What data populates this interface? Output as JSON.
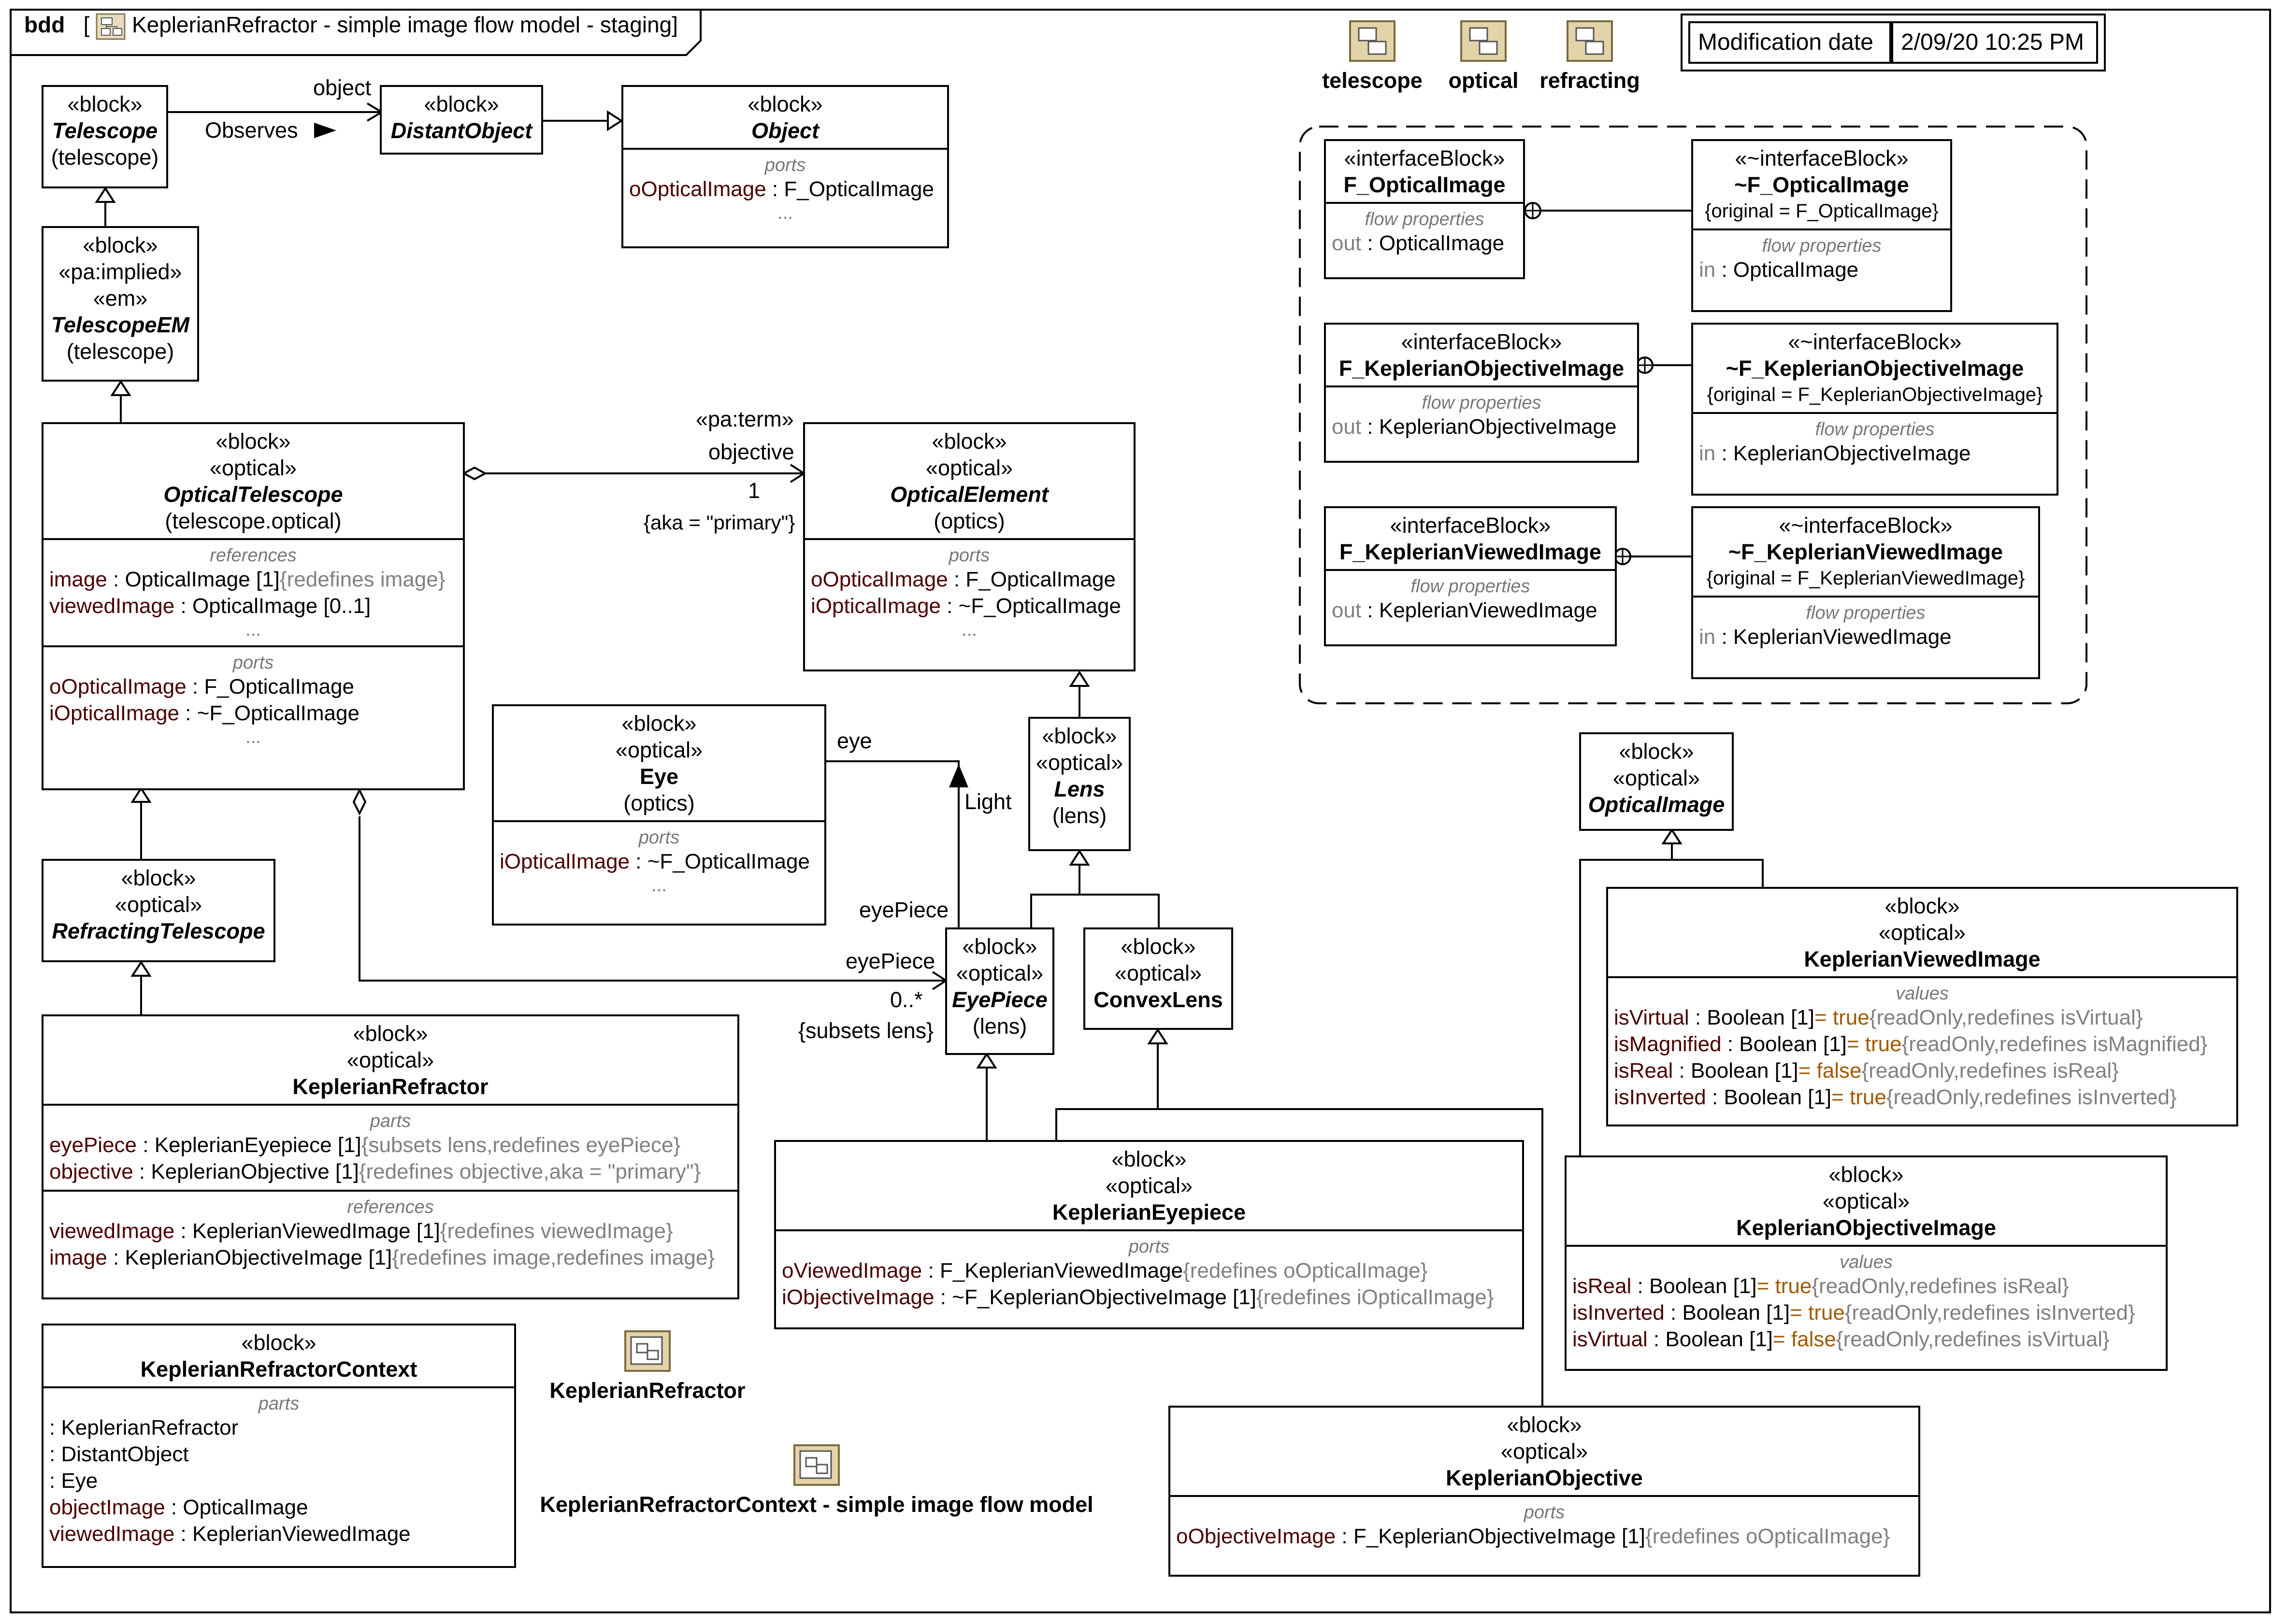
{
  "frame": {
    "kind": "bdd",
    "bracket_open": "[",
    "title": "KeplerianRefractor - simple image flow model - staging]"
  },
  "modification": {
    "label": "Modification date",
    "value": "2/09/20 10:25 PM"
  },
  "packages": [
    {
      "name": "telescope"
    },
    {
      "name": "optical"
    },
    {
      "name": "refracting"
    }
  ],
  "diagram_refs": [
    {
      "name": "KeplerianRefractor"
    },
    {
      "name": "KeplerianRefractorContext - simple image flow model"
    }
  ],
  "blocks": {
    "telescope": {
      "stereotypes": [
        "«block»"
      ],
      "name": "Telescope",
      "sub": "(telescope)"
    },
    "distant_object": {
      "stereotypes": [
        "«block»"
      ],
      "name": "DistantObject"
    },
    "object": {
      "stereotypes": [
        "«block»"
      ],
      "name": "Object",
      "section_title": "ports",
      "rows": [
        {
          "name": "oOpticalImage",
          "type": " : F_OpticalImage",
          "note": ""
        }
      ],
      "more": "..."
    },
    "telescope_em": {
      "stereotypes": [
        "«block»",
        "«pa:implied»",
        "«em»"
      ],
      "name": "TelescopeEM",
      "sub": "(telescope)"
    },
    "optical_telescope": {
      "stereotypes": [
        "«block»",
        "«optical»"
      ],
      "name": "OpticalTelescope",
      "sub": "(telescope.optical)",
      "references_title": "references",
      "references": [
        {
          "name": "image",
          "type": " : OpticalImage [1]",
          "note": "{redefines image}"
        },
        {
          "name": "viewedImage",
          "type": " : OpticalImage [0..1]",
          "note": ""
        }
      ],
      "ports_title": "ports",
      "ports": [
        {
          "name": "oOpticalImage",
          "type": " : F_OpticalImage",
          "note": ""
        },
        {
          "name": "iOpticalImage",
          "type": " : ~F_OpticalImage",
          "note": ""
        }
      ],
      "more": "..."
    },
    "optical_element": {
      "stereotypes": [
        "«block»",
        "«optical»"
      ],
      "name": "OpticalElement",
      "sub": "(optics)",
      "ports_title": "ports",
      "ports": [
        {
          "name": "oOpticalImage",
          "type": " : F_OpticalImage",
          "note": ""
        },
        {
          "name": "iOpticalImage",
          "type": " : ~F_OpticalImage",
          "note": ""
        }
      ],
      "more": "..."
    },
    "eye": {
      "stereotypes": [
        "«block»",
        "«optical»"
      ],
      "name": "Eye",
      "sub": "(optics)",
      "ports_title": "ports",
      "ports": [
        {
          "name": "iOpticalImage",
          "type": " : ~F_OpticalImage",
          "note": ""
        }
      ],
      "more": "..."
    },
    "lens": {
      "stereotypes": [
        "«block»",
        "«optical»"
      ],
      "name": "Lens",
      "sub": "(lens)"
    },
    "eye_piece": {
      "stereotypes": [
        "«block»",
        "«optical»"
      ],
      "name": "EyePiece",
      "sub": "(lens)"
    },
    "convex_lens": {
      "stereotypes": [
        "«block»",
        "«optical»"
      ],
      "name": "ConvexLens"
    },
    "refracting_telescope": {
      "stereotypes": [
        "«block»",
        "«optical»"
      ],
      "name": "RefractingTelescope"
    },
    "keplerian_refractor": {
      "stereotypes": [
        "«block»",
        "«optical»"
      ],
      "name": "KeplerianRefractor",
      "parts_title": "parts",
      "parts": [
        {
          "name": "eyePiece",
          "type": " : KeplerianEyepiece [1]",
          "note": "{subsets lens,redefines eyePiece}"
        },
        {
          "name": "objective",
          "type": " : KeplerianObjective [1]",
          "note": "{redefines objective,aka = \"primary\"}"
        }
      ],
      "references_title": "references",
      "references": [
        {
          "name": "viewedImage",
          "type": " : KeplerianViewedImage [1]",
          "note": "{redefines viewedImage}"
        },
        {
          "name": "image",
          "type": " : KeplerianObjectiveImage [1]",
          "note": "{redefines image,redefines image}"
        }
      ]
    },
    "keplerian_eyepiece": {
      "stereotypes": [
        "«block»",
        "«optical»"
      ],
      "name": "KeplerianEyepiece",
      "ports_title": "ports",
      "ports": [
        {
          "name": "oViewedImage",
          "type": " : F_KeplerianViewedImage",
          "note": "{redefines oOpticalImage}"
        },
        {
          "name": "iObjectiveImage",
          "type": " : ~F_KeplerianObjectiveImage [1]",
          "note": "{redefines iOpticalImage}"
        }
      ]
    },
    "keplerian_refractor_context": {
      "stereotypes": [
        "«block»"
      ],
      "name": "KeplerianRefractorContext",
      "parts_title": "parts",
      "parts": [
        {
          "name": "",
          "type": " : KeplerianRefractor",
          "note": ""
        },
        {
          "name": "",
          "type": " : DistantObject",
          "note": ""
        },
        {
          "name": "",
          "type": " : Eye",
          "note": ""
        },
        {
          "name": "objectImage",
          "type": " : OpticalImage",
          "note": ""
        },
        {
          "name": "viewedImage",
          "type": " : KeplerianViewedImage",
          "note": ""
        }
      ]
    },
    "keplerian_objective": {
      "stereotypes": [
        "«block»",
        "«optical»"
      ],
      "name": "KeplerianObjective",
      "ports_title": "ports",
      "ports": [
        {
          "name": "oObjectiveImage",
          "type": " : F_KeplerianObjectiveImage [1]",
          "note": "{redefines oOpticalImage}"
        }
      ]
    },
    "optical_image": {
      "stereotypes": [
        "«block»",
        "«optical»"
      ],
      "name": "OpticalImage"
    },
    "keplerian_viewed_image": {
      "stereotypes": [
        "«block»",
        "«optical»"
      ],
      "name": "KeplerianViewedImage",
      "values_title": "values",
      "values": [
        {
          "name": "isVirtual",
          "type": " : Boolean [1]",
          "eq": "= ",
          "val": "true",
          "note": "{readOnly,redefines isVirtual}"
        },
        {
          "name": "isMagnified",
          "type": " : Boolean [1]",
          "eq": "= ",
          "val": "true",
          "note": "{readOnly,redefines isMagnified}"
        },
        {
          "name": "isReal",
          "type": " : Boolean [1]",
          "eq": "= ",
          "val": "false",
          "note": "{readOnly,redefines isReal}"
        },
        {
          "name": "isInverted",
          "type": " : Boolean [1]",
          "eq": "= ",
          "val": "true",
          "note": "{readOnly,redefines isInverted}"
        }
      ]
    },
    "keplerian_objective_image": {
      "stereotypes": [
        "«block»",
        "«optical»"
      ],
      "name": "KeplerianObjectiveImage",
      "values_title": "values",
      "values": [
        {
          "name": "isReal",
          "type": " : Boolean [1]",
          "eq": "= ",
          "val": "true",
          "note": "{readOnly,redefines isReal}"
        },
        {
          "name": "isInverted",
          "type": " : Boolean [1]",
          "eq": "= ",
          "val": "true",
          "note": "{readOnly,redefines isInverted}"
        },
        {
          "name": "isVirtual",
          "type": " : Boolean [1]",
          "eq": "= ",
          "val": "false",
          "note": "{readOnly,redefines isVirtual}"
        }
      ]
    }
  },
  "interfaces": [
    {
      "stereotype": "«interfaceBlock»",
      "name": "F_OpticalImage",
      "section_title": "flow properties",
      "dir": "out",
      "type": " : OpticalImage"
    },
    {
      "stereotype": "«~interfaceBlock»",
      "name": "~F_OpticalImage",
      "original": "{original = F_OpticalImage}",
      "section_title": "flow properties",
      "dir": "in",
      "type": " : OpticalImage"
    },
    {
      "stereotype": "«interfaceBlock»",
      "name": "F_KeplerianObjectiveImage",
      "section_title": "flow properties",
      "dir": "out",
      "type": " : KeplerianObjectiveImage"
    },
    {
      "stereotype": "«~interfaceBlock»",
      "name": "~F_KeplerianObjectiveImage",
      "original": "{original = F_KeplerianObjectiveImage}",
      "section_title": "flow properties",
      "dir": "in",
      "type": " : KeplerianObjectiveImage"
    },
    {
      "stereotype": "«interfaceBlock»",
      "name": "F_KeplerianViewedImage",
      "section_title": "flow properties",
      "dir": "out",
      "type": " : KeplerianViewedImage"
    },
    {
      "stereotype": "«~interfaceBlock»",
      "name": "~F_KeplerianViewedImage",
      "original": "{original = F_KeplerianViewedImage}",
      "section_title": "flow properties",
      "dir": "in",
      "type": " : KeplerianViewedImage"
    }
  ],
  "edge_labels": {
    "observes_role": "object",
    "observes_name": "Observes",
    "objective_stereotype": "«pa:term»",
    "objective_role": "objective",
    "objective_mult": "1",
    "objective_aka": "{aka = \"primary\"}",
    "eye_role": "eye",
    "light_name": "Light",
    "eyepiece_role_top": "eyePiece",
    "eyepiece_role": "eyePiece",
    "eyepiece_mult": "0..*",
    "eyepiece_subsets": "{subsets lens}"
  }
}
